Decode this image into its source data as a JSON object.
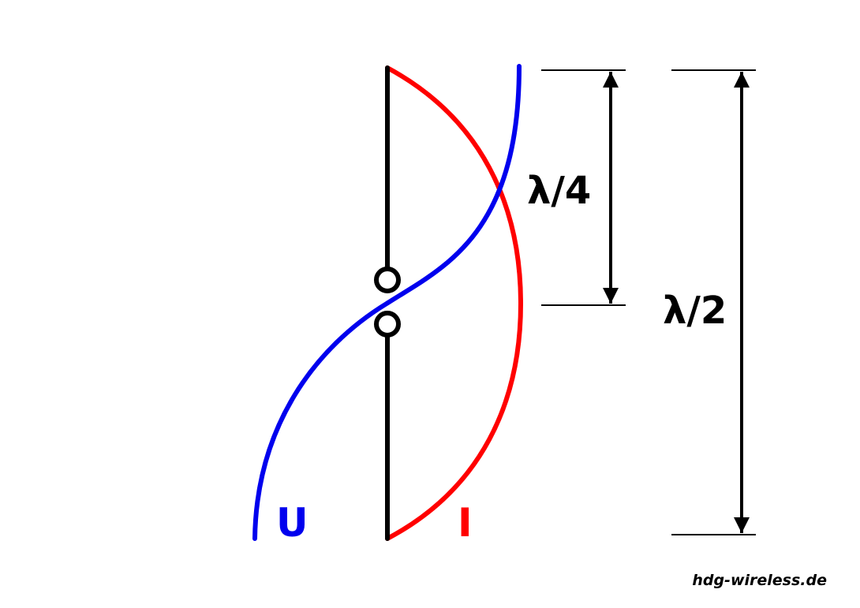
{
  "labels": {
    "quarter_wave": "λ/4",
    "half_wave": "λ/2",
    "voltage": "U",
    "current": "I"
  },
  "credit": "hdg-wireless.de",
  "colors": {
    "voltage": "#0000ee",
    "current": "#ff0000",
    "antenna": "#000000",
    "dimension": "#000000"
  }
}
